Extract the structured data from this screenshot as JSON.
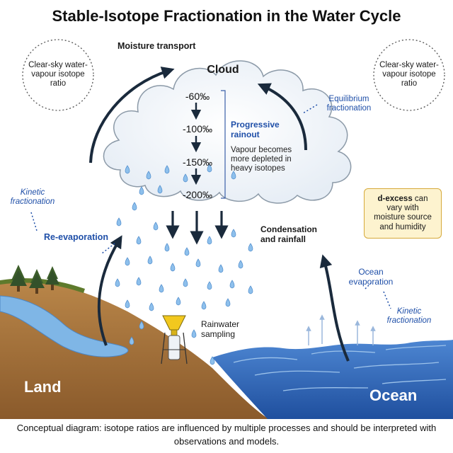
{
  "title": "Stable-Isotope Fractionation in the Water Cycle",
  "bubbles": {
    "left": "Clear-sky water-vapour isotope ratio",
    "right": "Clear-sky water-vapour isotope ratio"
  },
  "cloud": {
    "label": "Cloud",
    "delta_values": [
      "-60‰",
      "-100‰",
      "-150‰",
      "-200‰"
    ],
    "rainout_title": "Progressive rainout",
    "rainout_text": "Vapour becomes more depleted in heavy isotopes"
  },
  "labels": {
    "moisture_transport": "Moisture transport",
    "equilibrium": "Equilibrium fractionation",
    "kinetic_left": "Kinetic fractionation",
    "re_evaporation": "Re-evaporation",
    "condensation": "Condensation and rainfall",
    "ocean_evaporation": "Ocean evaporation",
    "kinetic_right": "Kinetic fractionation",
    "rainwater_sampling": "Rainwater sampling",
    "land": "Land",
    "ocean": "Ocean"
  },
  "dexcess": {
    "bold": "d-excess",
    "text": " can vary with moisture source and humidity"
  },
  "caption": "Conceptual diagram: isotope ratios are influenced by multiple processes and should be interpreted with observations and models.",
  "colors": {
    "accent_blue": "#1f4fa8",
    "ocean": "#2d64b8",
    "land": "#a9773e",
    "note_bg": "#fdf3cf",
    "note_border": "#d6a93a",
    "arrow": "#1a2a3c"
  }
}
